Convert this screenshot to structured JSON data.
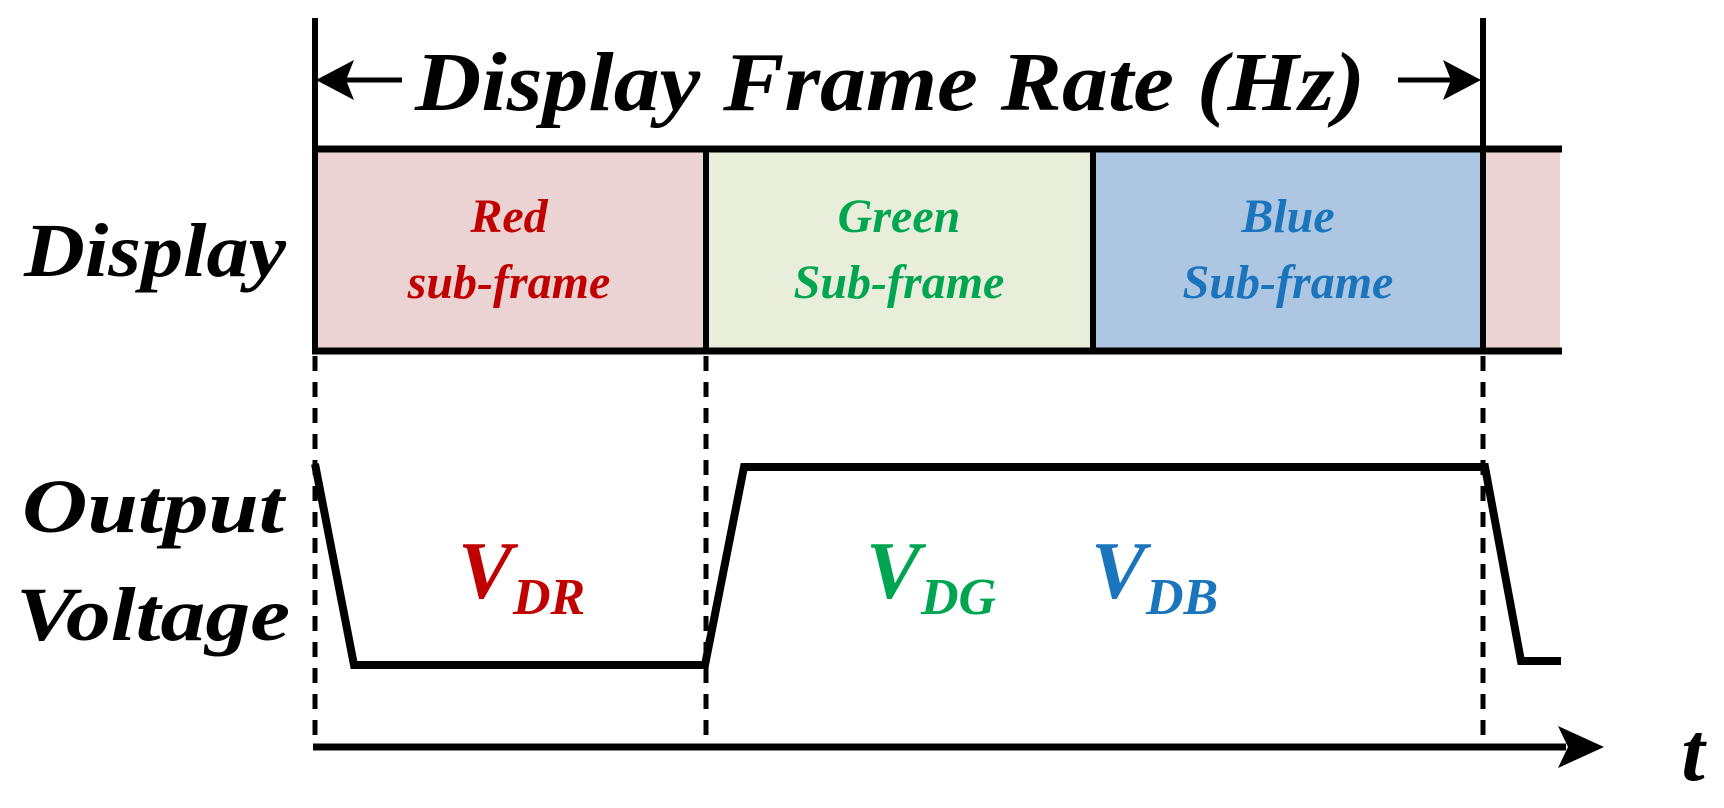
{
  "title": "Display Frame Rate (Hz)",
  "display_row": {
    "label": "Display",
    "subframes": [
      {
        "name": "red",
        "line1": "Red",
        "line2": "sub-frame",
        "fill": "#ecd3d3",
        "text_color": "#c00000",
        "voltage_level": "low"
      },
      {
        "name": "green",
        "line1": "Green",
        "line2": "Sub-frame",
        "fill": "#e9eeda",
        "text_color": "#00a551",
        "voltage_level": "high"
      },
      {
        "name": "blue",
        "line1": "Blue",
        "line2": "Sub-frame",
        "fill": "#adc6e2",
        "text_color": "#1b75bc",
        "voltage_level": "high"
      }
    ]
  },
  "output_row": {
    "label_line1": "Output",
    "label_line2": "Voltage",
    "voltage_labels": [
      {
        "base": "V",
        "subscript": "DR",
        "color": "#c00000"
      },
      {
        "base": "V",
        "subscript": "DG",
        "color": "#00a551"
      },
      {
        "base": "V",
        "subscript": "DB",
        "color": "#1b75bc"
      }
    ]
  },
  "time_axis": {
    "label": "t"
  },
  "colors": {
    "line": "#000000",
    "background": "#ffffff"
  }
}
